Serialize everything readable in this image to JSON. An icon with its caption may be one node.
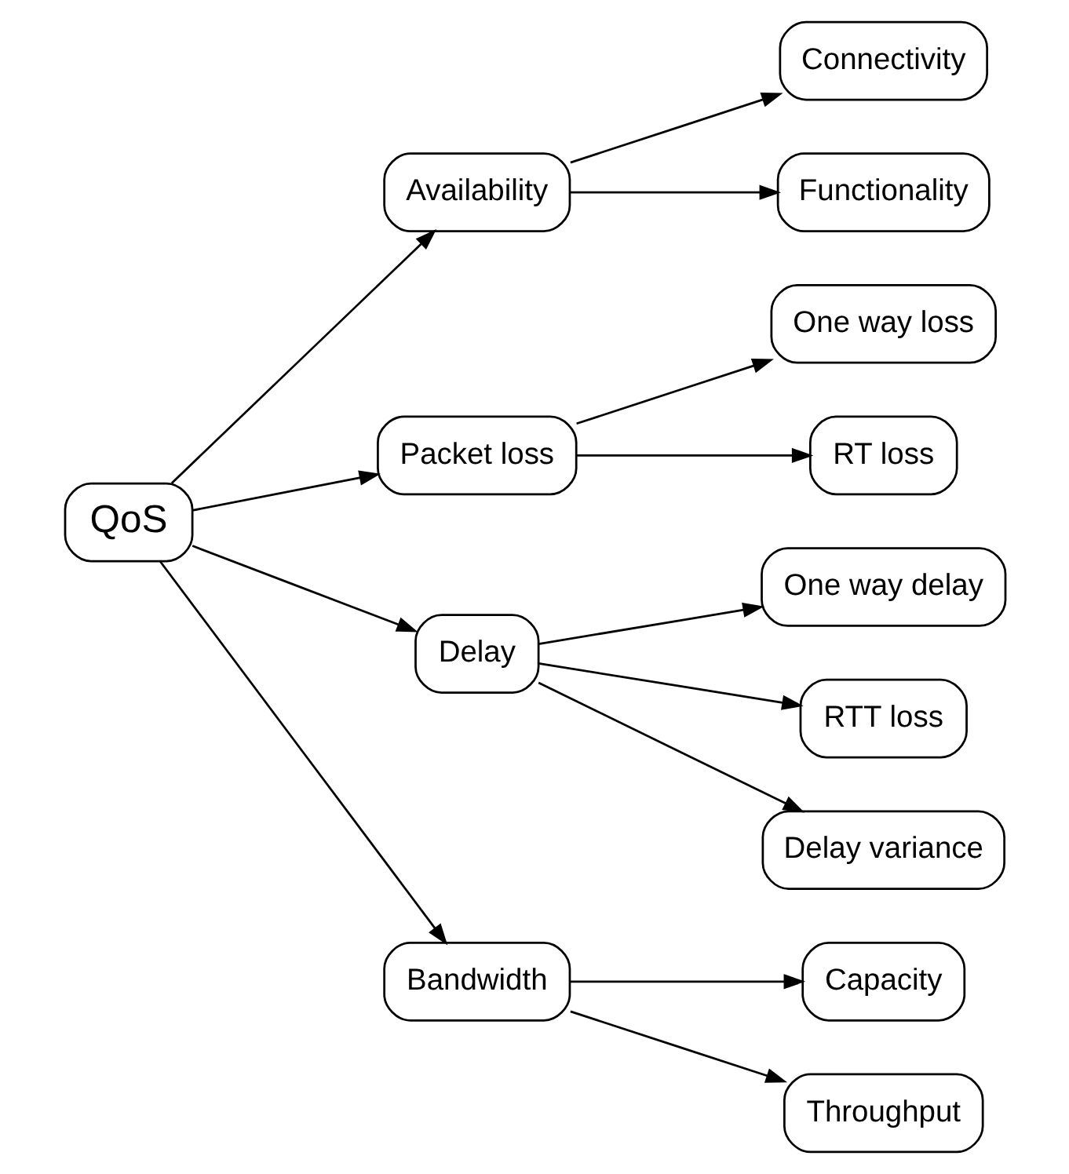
{
  "diagram": {
    "nodes": [
      {
        "text": [
          "QoS"
        ]
      },
      {
        "text": [
          "Availability"
        ]
      },
      {
        "text": [
          "Connectivity"
        ]
      },
      {
        "text": [
          "Functionality"
        ]
      },
      {
        "text": [
          "Packet loss"
        ]
      },
      {
        "text": [
          "One way loss"
        ]
      },
      {
        "text": [
          "RT loss"
        ]
      },
      {
        "text": [
          "Delay"
        ]
      },
      {
        "text": [
          "One way delay"
        ]
      },
      {
        "text": [
          "RTT loss"
        ]
      },
      {
        "text": [
          "Delay variance"
        ]
      },
      {
        "text": [
          "Bandwidth"
        ]
      },
      {
        "text": [
          "Capacity"
        ]
      },
      {
        "text": [
          "Throughput"
        ]
      }
    ],
    "edges": [
      {
        "from": 0,
        "to": 1,
        "arrow": "to"
      },
      {
        "from": 1,
        "to": 2,
        "arrow": "to"
      },
      {
        "from": 1,
        "to": 3,
        "arrow": "to"
      },
      {
        "from": 0,
        "to": 4,
        "arrow": "to"
      },
      {
        "from": 4,
        "to": 5,
        "arrow": "to"
      },
      {
        "from": 4,
        "to": 6,
        "arrow": "to"
      },
      {
        "from": 0,
        "to": 7,
        "arrow": "to"
      },
      {
        "from": 7,
        "to": 8,
        "arrow": "to"
      },
      {
        "from": 7,
        "to": 9,
        "arrow": "to"
      },
      {
        "from": 7,
        "to": 10,
        "arrow": "to"
      },
      {
        "from": 0,
        "to": 11,
        "arrow": "to"
      },
      {
        "from": 11,
        "to": 12,
        "arrow": "to"
      },
      {
        "from": 11,
        "to": 13,
        "arrow": "to"
      }
    ]
  }
}
